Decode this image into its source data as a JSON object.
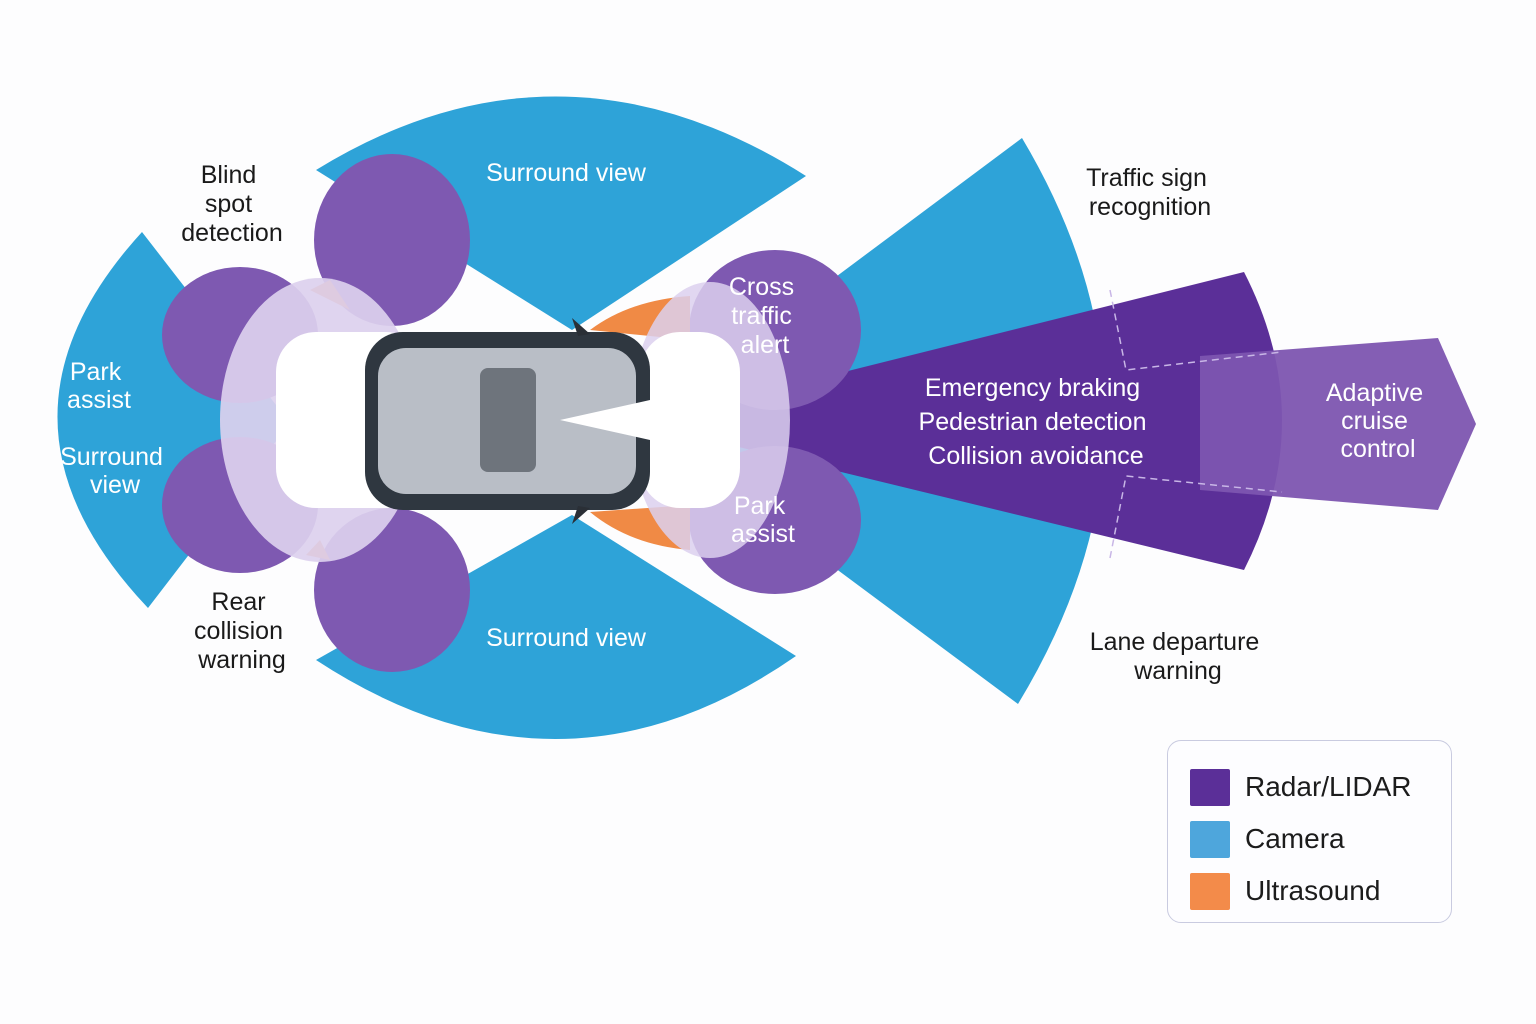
{
  "colors": {
    "radar": "#5b2f98",
    "radar_light": "#7d55b0",
    "camera": "#2ea3d8",
    "ultrasound": "#f08a45",
    "ultrasound_halo": "#dcd0ee"
  },
  "zones": {
    "surround_view_top": "Surround view",
    "surround_view_bottom": "Surround view",
    "rear_park_assist": [
      "Park",
      "assist"
    ],
    "rear_surround_view": [
      "Surround",
      "view"
    ],
    "cross_traffic_alert": [
      "Cross",
      "traffic",
      "alert"
    ],
    "front_park_assist": [
      "Park",
      "assist"
    ],
    "front_radar": [
      "Emergency braking",
      "Pedestrian detection",
      "Collision avoidance"
    ],
    "adaptive_cruise_control": [
      "Adaptive",
      "cruise",
      "control"
    ]
  },
  "callouts": {
    "blind_spot_detection": [
      "Blind",
      "spot",
      "detection"
    ],
    "rear_collision_warning": [
      "Rear",
      "collision",
      "warning"
    ],
    "traffic_sign_recognition": [
      "Traffic sign",
      "recognition"
    ],
    "lane_departure_warning": [
      "Lane departure",
      "warning"
    ]
  },
  "legend": {
    "items": [
      {
        "label": "Radar/LIDAR",
        "color": "#5b2f98"
      },
      {
        "label": "Camera",
        "color": "#4ea6dc"
      },
      {
        "label": "Ultrasound",
        "color": "#f38b4a"
      }
    ]
  }
}
